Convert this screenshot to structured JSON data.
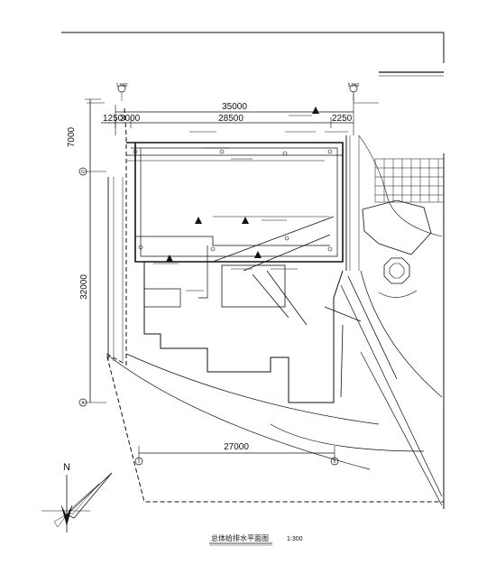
{
  "dimensions": {
    "top_total": "35000",
    "top_left_a": "1250",
    "top_left_b": "3000",
    "top_mid": "28500",
    "top_right": "2250",
    "left_top": "7000",
    "left_main": "32000",
    "bottom": "27000"
  },
  "grid_bubbles": {
    "top_left": "1-930",
    "top_right": "5-950",
    "left_upper": "G",
    "left_lower": "A",
    "bottom_left": "1",
    "bottom_right": "5"
  },
  "north_label": "N",
  "drawing_title": "总体给排水平面图",
  "drawing_scale": "1:300",
  "colors": {
    "ink": "#111111",
    "paper": "#ffffff"
  }
}
